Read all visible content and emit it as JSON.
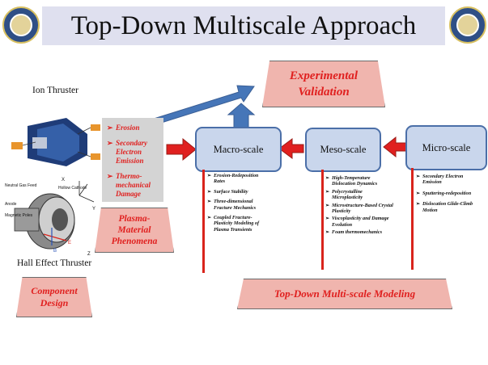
{
  "title": "Top-Down Multiscale Approach",
  "logos": {
    "left": "university-seal",
    "right": "department-seal"
  },
  "thrusters": {
    "ion_label": "Ion Thruster",
    "hall_label": "Hall Effect Thruster"
  },
  "hall_diagram_labels": [
    "Neutral Gas Feed",
    "Hollow Cathode",
    "Anode",
    "Magnetic Poles",
    "X",
    "Y",
    "Z",
    "E",
    "B"
  ],
  "plasma_effects": [
    "Erosion",
    "Secondary Electron Emission",
    "Thermo-mechanical Damage"
  ],
  "boxes": {
    "experimental": "Experimental Validation",
    "plasma_material": "Plasma-Material Phenomena",
    "component": "Component Design",
    "modeling": "Top-Down Multi-scale Modeling"
  },
  "scales": {
    "macro": {
      "label": "Macro-scale",
      "items": [
        "Erosion-Redeposition Rates",
        "Surface Stability",
        "Three-dimensional Fracture Mechanics",
        "Coupled Fracture-Plasticity Modeling of Plasma Transients"
      ]
    },
    "meso": {
      "label": "Meso-scale",
      "items": [
        "High-Temperature Dislocation Dynamics",
        "Polycrystalline Microplasticity",
        "Microstructure-Based Crystal Plasticity",
        "Viscoplasticity and Damage Evolution",
        "Foam thermomechanics"
      ]
    },
    "micro": {
      "label": "Micro-scale",
      "items": [
        "Secondary Electron Emission",
        "Sputtering-redeposition",
        "Dislocation Glide-Climb Motion"
      ]
    }
  },
  "colors": {
    "banner": "#dfe0ef",
    "box_pink": "#f0b5ae",
    "accent_red": "#e0201f",
    "scale_fill": "#c9d6ec",
    "arrow_blue": "#4676b8"
  }
}
